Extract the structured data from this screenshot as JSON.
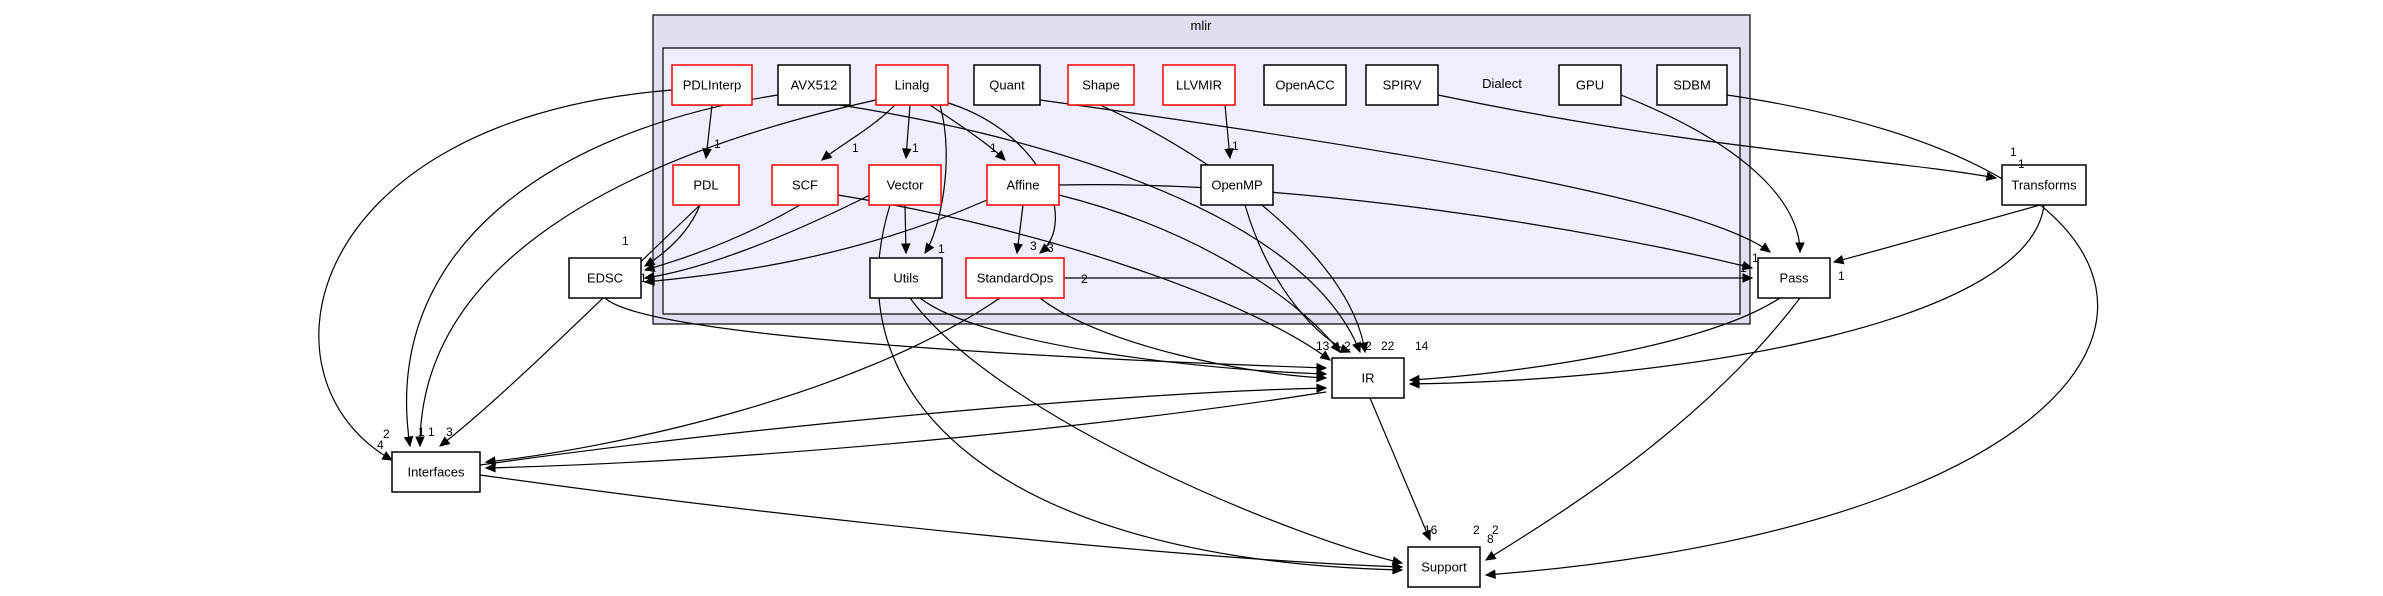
{
  "diagram": {
    "outer_cluster": {
      "label": "mlir"
    },
    "inner_cluster": {
      "label": "Dialect"
    },
    "node_colors": {
      "red_border": "#ff0000",
      "black_border": "#000000",
      "outer_fill": "#dfdff0",
      "inner_fill": "#eeeeff"
    },
    "nodes": [
      {
        "id": "PDLInterp",
        "label": "PDLInterp",
        "red": true
      },
      {
        "id": "AVX512",
        "label": "AVX512",
        "red": false
      },
      {
        "id": "Linalg",
        "label": "Linalg",
        "red": true
      },
      {
        "id": "Quant",
        "label": "Quant",
        "red": false
      },
      {
        "id": "Shape",
        "label": "Shape",
        "red": true
      },
      {
        "id": "LLVMIR",
        "label": "LLVMIR",
        "red": true
      },
      {
        "id": "OpenACC",
        "label": "OpenACC",
        "red": false
      },
      {
        "id": "SPIRV",
        "label": "SPIRV",
        "red": false
      },
      {
        "id": "GPU",
        "label": "GPU",
        "red": false
      },
      {
        "id": "SDBM",
        "label": "SDBM",
        "red": false
      },
      {
        "id": "PDL",
        "label": "PDL",
        "red": true
      },
      {
        "id": "SCF",
        "label": "SCF",
        "red": true
      },
      {
        "id": "Vector",
        "label": "Vector",
        "red": true
      },
      {
        "id": "Affine",
        "label": "Affine",
        "red": true
      },
      {
        "id": "OpenMP",
        "label": "OpenMP",
        "red": false
      },
      {
        "id": "EDSC",
        "label": "EDSC",
        "red": false
      },
      {
        "id": "Utils",
        "label": "Utils",
        "red": false
      },
      {
        "id": "StandardOps",
        "label": "StandardOps",
        "red": true
      },
      {
        "id": "Transforms",
        "label": "Transforms",
        "red": false
      },
      {
        "id": "Pass",
        "label": "Pass",
        "red": false
      },
      {
        "id": "IR",
        "label": "IR",
        "red": false
      },
      {
        "id": "Interfaces",
        "label": "Interfaces",
        "red": false
      },
      {
        "id": "Support",
        "label": "Support",
        "red": false
      }
    ],
    "edge_labels": [
      "1",
      "1",
      "1",
      "1",
      "1",
      "3",
      "1",
      "3",
      "2",
      "1",
      "1",
      "1",
      "1",
      "1",
      "1",
      "1",
      "13",
      "2",
      "2",
      "22",
      "14",
      "2",
      "4",
      "1",
      "1",
      "3",
      "2",
      "16",
      "2",
      "8"
    ]
  }
}
